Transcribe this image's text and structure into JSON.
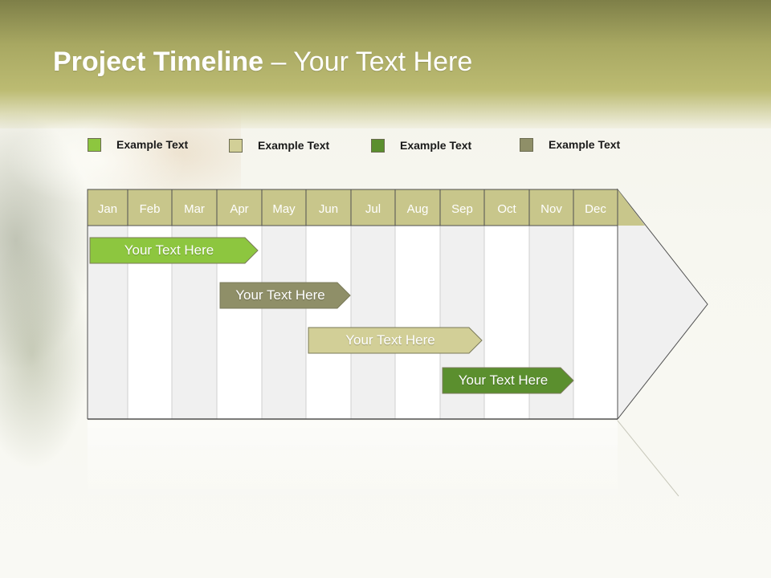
{
  "title": {
    "bold": "Project Timeline",
    "rest": " – Your Text Here"
  },
  "legend": [
    {
      "label": "Example Text",
      "color": "#8dc63f"
    },
    {
      "label": "Example Text",
      "color": "#d2cf97"
    },
    {
      "label": "Example Text",
      "color": "#5b8f2e"
    },
    {
      "label": "Example Text",
      "color": "#8f8f68"
    }
  ],
  "months": [
    "Jan",
    "Feb",
    "Mar",
    "Apr",
    "May",
    "Jun",
    "Jul",
    "Aug",
    "Sep",
    "Oct",
    "Nov",
    "Dec"
  ],
  "tasks": [
    {
      "label": "Your  Text Here",
      "start_month": "Jan",
      "end_month": "Apr",
      "color": "#8dc63f"
    },
    {
      "label": "Your  Text Here",
      "start_month": "Apr",
      "end_month": "Jun",
      "color": "#8f8f68"
    },
    {
      "label": "Your  Text Here",
      "start_month": "Jun",
      "end_month": "Sep",
      "color": "#d2cf97"
    },
    {
      "label": "Your  Text Here",
      "start_month": "Sep",
      "end_month": "Dec",
      "color": "#5b8f2e"
    }
  ],
  "colors": {
    "header_cell": "#c8c68b",
    "column_light": "#f0f0f0",
    "column_white": "#ffffff",
    "border": "#505050"
  }
}
